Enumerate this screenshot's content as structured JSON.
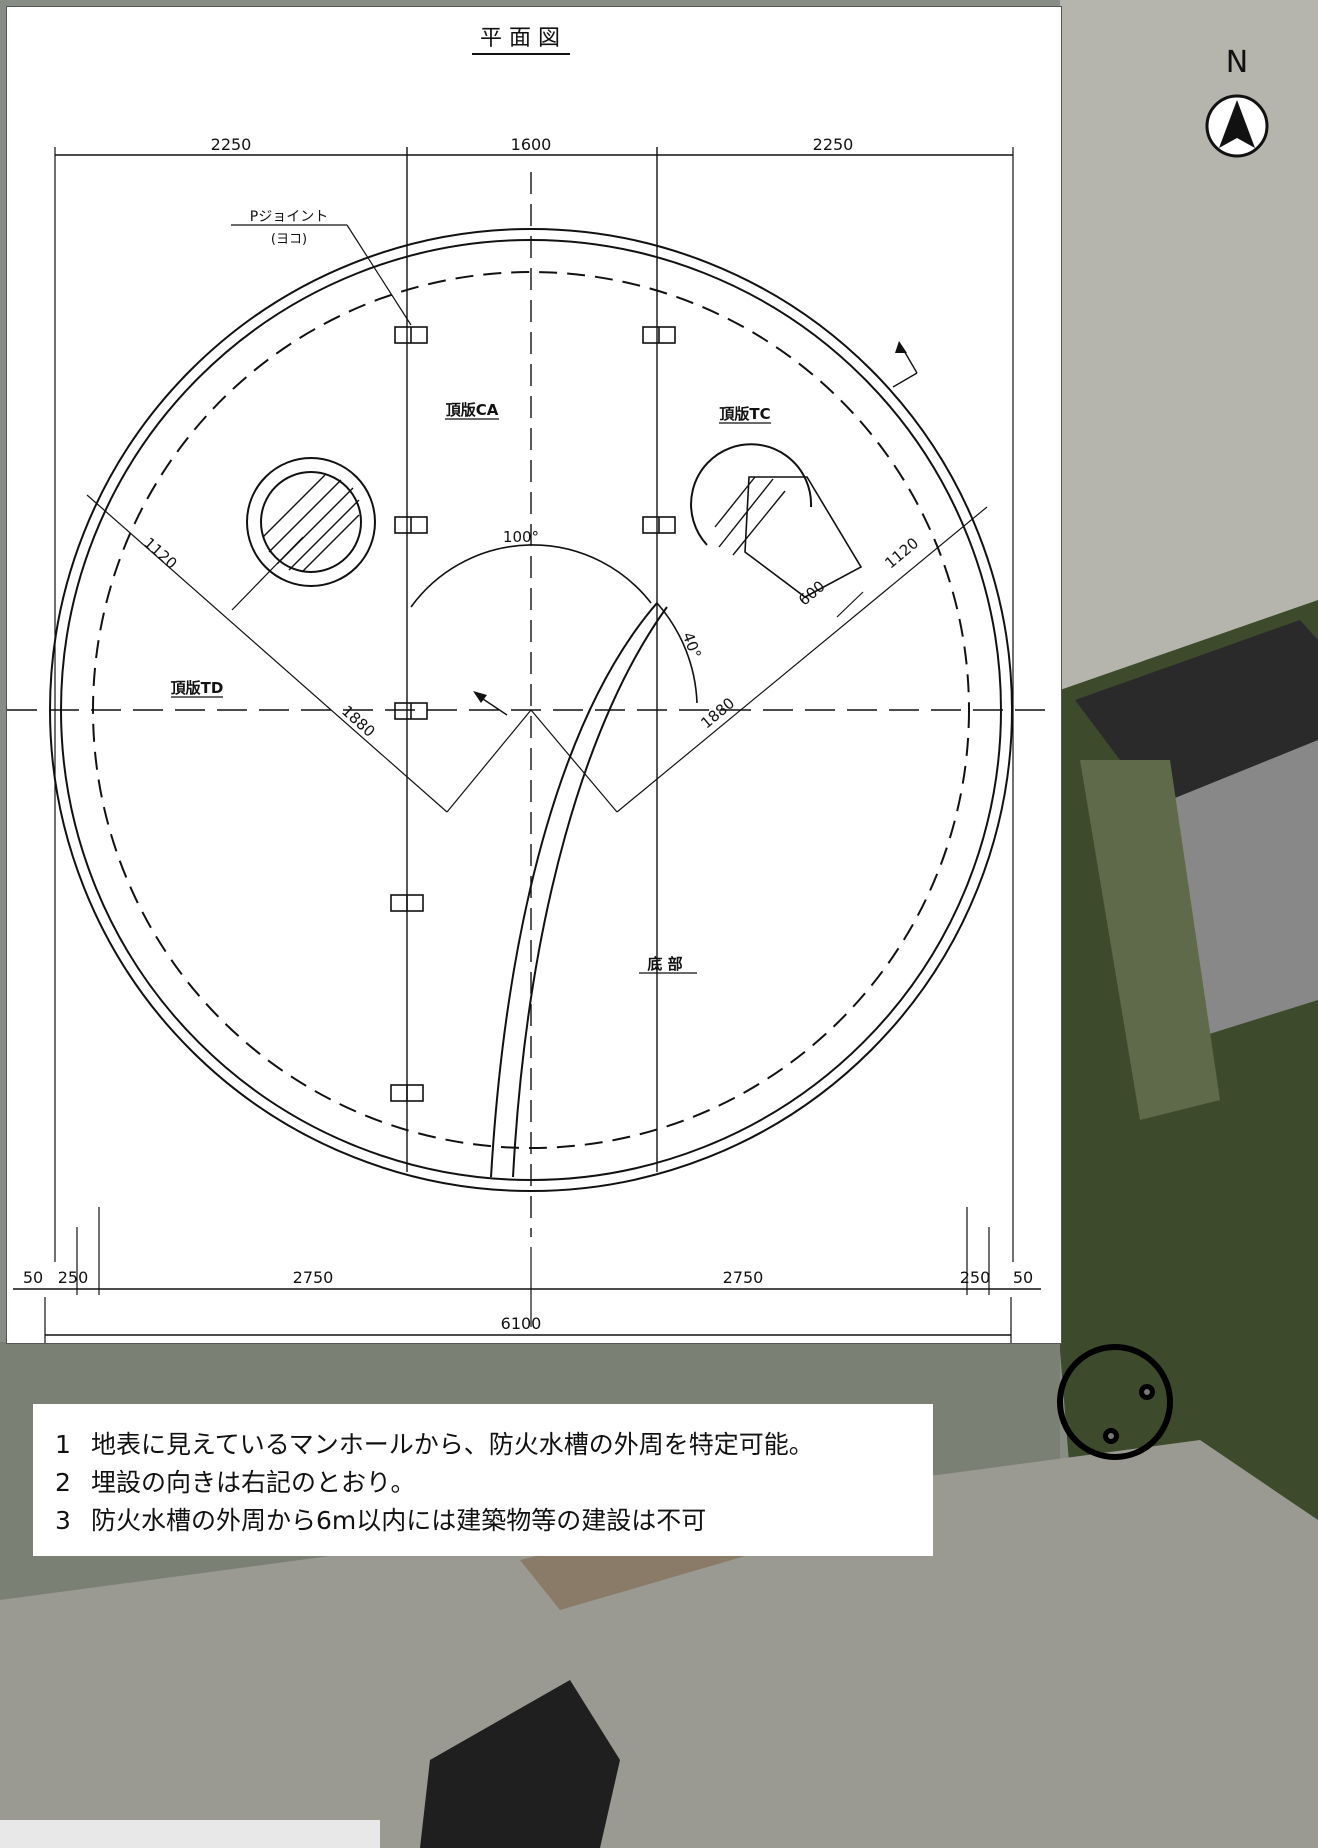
{
  "plan": {
    "title": "平 面 図",
    "top_dims": [
      "2250",
      "1600",
      "2250"
    ],
    "bottom_dims": [
      "50",
      "250",
      "2750",
      "2750",
      "250",
      "50"
    ],
    "total_width": "6100",
    "joint_label_1": "Pジョイント",
    "joint_label_2": "(ヨコ)",
    "label_ca": "頂版CA",
    "label_tc": "頂版TC",
    "label_td": "頂版TD",
    "label_bottom": "底 部",
    "angle_100": "100°",
    "angle_40": "40°",
    "dim_1120_left": "1120",
    "dim_1120_right": "1120",
    "dim_1880_left": "1880",
    "dim_1880_right": "1880",
    "dim_600": "600"
  },
  "compass": {
    "letter": "N"
  },
  "notes": [
    {
      "num": "1",
      "text": "地表に見えているマンホールから、防火水槽の外周を特定可能。"
    },
    {
      "num": "2",
      "text": "埋設の向きは右記のとおり。"
    },
    {
      "num": "3",
      "text": "防火水槽の外周から6m以内には建築物等の建設は不可"
    }
  ],
  "colors": {
    "paper": "#ffffff",
    "line": "#111111",
    "ground": "#8a8f86",
    "vegetation": "#3d4a2c"
  }
}
